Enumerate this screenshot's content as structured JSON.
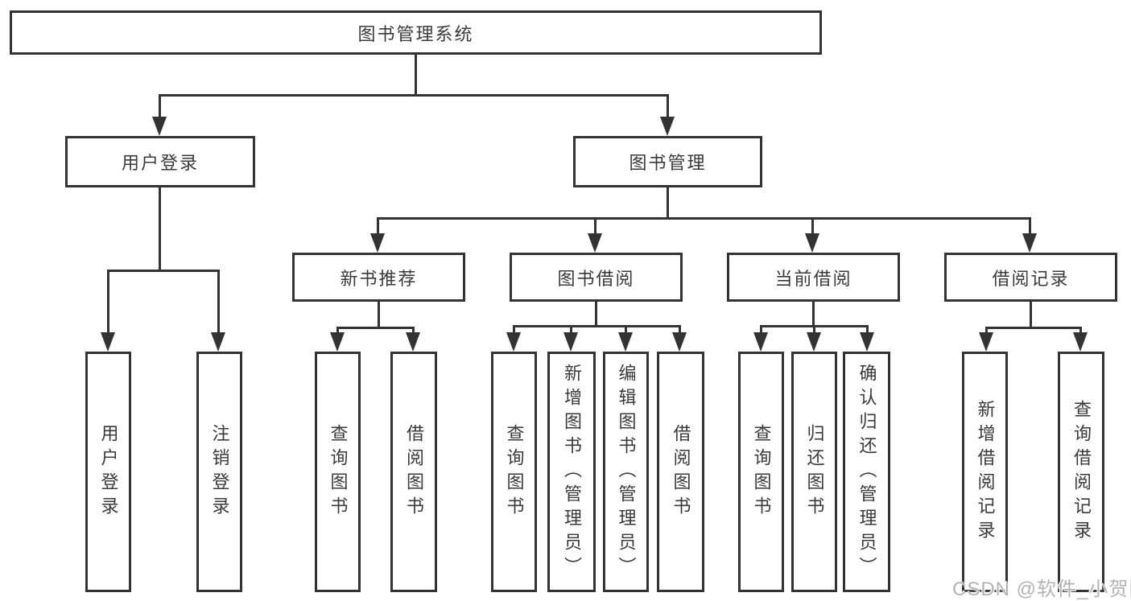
{
  "tree": {
    "root": {
      "label": "图书管理系统",
      "children": [
        {
          "label": "用户登录",
          "children": [
            {
              "label": "用户登录"
            },
            {
              "label": "注销登录"
            }
          ]
        },
        {
          "label": "图书管理",
          "children": [
            {
              "label": "新书推荐",
              "children": [
                {
                  "label": "查询图书"
                },
                {
                  "label": "借阅图书"
                }
              ]
            },
            {
              "label": "图书借阅",
              "children": [
                {
                  "label": "查询图书"
                },
                {
                  "label": "新增图书（管理员）"
                },
                {
                  "label": "编辑图书（管理员）"
                },
                {
                  "label": "借阅图书"
                }
              ]
            },
            {
              "label": "当前借阅",
              "children": [
                {
                  "label": "查询图书"
                },
                {
                  "label": "归还图书"
                },
                {
                  "label": "确认归还（管理员）"
                }
              ]
            },
            {
              "label": "借阅记录",
              "children": [
                {
                  "label": "新增借阅记录"
                },
                {
                  "label": "查询借阅记录"
                }
              ]
            }
          ]
        }
      ]
    }
  },
  "watermark": {
    "text": "CSDN @软件_小贺同学"
  },
  "colors": {
    "line": "#333333",
    "box_border": "#333333",
    "box_background": "#ffffff",
    "text": "#3a3a3a",
    "watermark": "#b3b3b3",
    "page_background": "#ffffff"
  }
}
